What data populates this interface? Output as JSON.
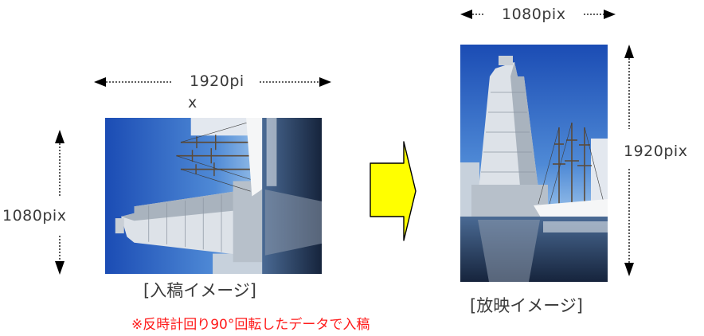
{
  "source_image": {
    "width_label_line1": "1920pi",
    "width_label_line2": "x",
    "height_label": "1080pix",
    "caption": "[入稿イメージ]",
    "note": "※反時計回り90°回転したデータで入稿"
  },
  "display_image": {
    "width_label": "1080pix",
    "height_label": "1920pix",
    "caption": "[放映イメージ]"
  },
  "colors": {
    "text": "#3a3a3a",
    "note": "#ff1a1a",
    "transition_arrow": "#ffff00",
    "dimension_arrow": "#000000"
  }
}
